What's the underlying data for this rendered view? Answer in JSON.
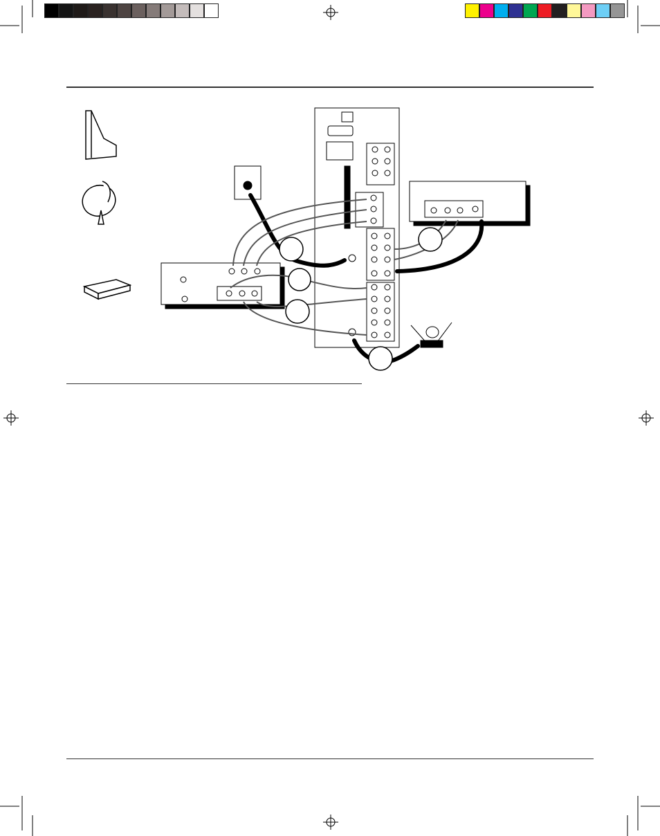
{
  "print_marks": {
    "grayscale_swatches": [
      "#000000",
      "#141414",
      "#1f1a18",
      "#2a2220",
      "#3a3230",
      "#4e4442",
      "#6b605e",
      "#857b79",
      "#a39a98",
      "#c4bcbb",
      "#e4e0df",
      "#ffffff"
    ],
    "color_swatches": [
      "#fff200",
      "#ec008c",
      "#00aeef",
      "#2e3192",
      "#00a651",
      "#ed1c24",
      "#231f20",
      "#fff799",
      "#f49ac1",
      "#6dcff6",
      "#959595"
    ]
  },
  "diagram": {
    "devices": [
      {
        "name": "television-back-panel"
      },
      {
        "name": "vcr"
      },
      {
        "name": "dvd-player"
      },
      {
        "name": "satellite-receiver"
      },
      {
        "name": "wall-cable-outlet"
      },
      {
        "name": "antenna"
      }
    ],
    "step_circles": [
      "",
      "",
      "",
      "",
      ""
    ],
    "icons": [
      "tv-side-icon",
      "satellite-dish-icon",
      "receiver-box-icon"
    ]
  }
}
